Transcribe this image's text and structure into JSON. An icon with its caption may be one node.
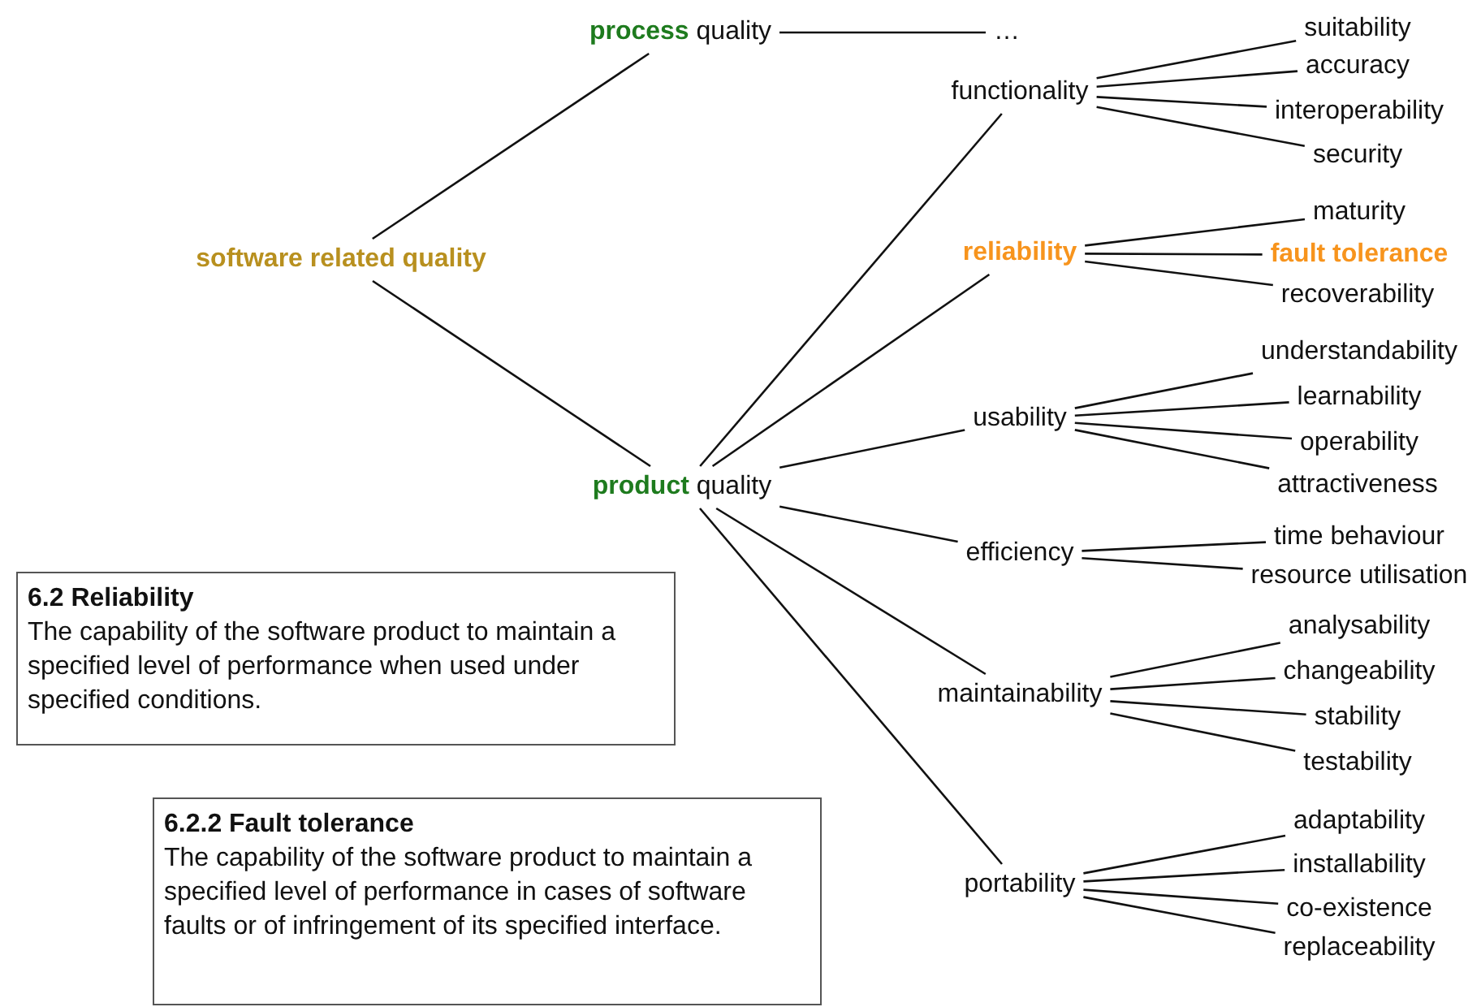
{
  "diagram": {
    "nodes": [
      {
        "text": [
          "**process** quality"
        ]
      },
      {
        "text": [
          "…"
        ]
      },
      {
        "text": [
          "software related quality"
        ]
      },
      {
        "text": [
          "**product** quality"
        ]
      },
      {
        "text": [
          "functionality"
        ]
      },
      {
        "text": [
          "suitability"
        ]
      },
      {
        "text": [
          "accuracy"
        ]
      },
      {
        "text": [
          "interoperability"
        ]
      },
      {
        "text": [
          "security"
        ]
      },
      {
        "text": [
          "reliability"
        ]
      },
      {
        "text": [
          "maturity"
        ]
      },
      {
        "text": [
          "fault tolerance"
        ]
      },
      {
        "text": [
          "recoverability"
        ]
      },
      {
        "text": [
          "usability"
        ]
      },
      {
        "text": [
          "understandability"
        ]
      },
      {
        "text": [
          "learnability"
        ]
      },
      {
        "text": [
          "operability"
        ]
      },
      {
        "text": [
          "attractiveness"
        ]
      },
      {
        "text": [
          "efficiency"
        ]
      },
      {
        "text": [
          "time behaviour"
        ]
      },
      {
        "text": [
          "resource utilisation"
        ]
      },
      {
        "text": [
          "maintainability"
        ]
      },
      {
        "text": [
          "analysability"
        ]
      },
      {
        "text": [
          "changeability"
        ]
      },
      {
        "text": [
          "stability"
        ]
      },
      {
        "text": [
          "testability"
        ]
      },
      {
        "text": [
          "portability"
        ]
      },
      {
        "text": [
          "adaptability"
        ]
      },
      {
        "text": [
          "installability"
        ]
      },
      {
        "text": [
          "co-existence"
        ]
      },
      {
        "text": [
          "replaceability"
        ]
      },
      {
        "text": [
          "6.2 Reliability",
          "The capability of the software product to maintain a specified level of performance when used under specified conditions."
        ]
      },
      {
        "text": [
          "6.2.2 Fault tolerance",
          "The capability of the software product to maintain a specified level of performance in cases of software faults or of infringement of its specified interface."
        ]
      }
    ],
    "edges": [
      {
        "from": 2,
        "to": 0,
        "arrow": "none"
      },
      {
        "from": 2,
        "to": 3,
        "arrow": "none"
      },
      {
        "from": 0,
        "to": 1,
        "arrow": "none"
      },
      {
        "from": 3,
        "to": 4,
        "arrow": "none"
      },
      {
        "from": 3,
        "to": 9,
        "arrow": "none"
      },
      {
        "from": 3,
        "to": 13,
        "arrow": "none"
      },
      {
        "from": 3,
        "to": 18,
        "arrow": "none"
      },
      {
        "from": 3,
        "to": 21,
        "arrow": "none"
      },
      {
        "from": 3,
        "to": 26,
        "arrow": "none"
      },
      {
        "from": 4,
        "to": 5,
        "arrow": "none"
      },
      {
        "from": 4,
        "to": 6,
        "arrow": "none"
      },
      {
        "from": 4,
        "to": 7,
        "arrow": "none"
      },
      {
        "from": 4,
        "to": 8,
        "arrow": "none"
      },
      {
        "from": 9,
        "to": 10,
        "arrow": "none"
      },
      {
        "from": 9,
        "to": 11,
        "arrow": "none"
      },
      {
        "from": 9,
        "to": 12,
        "arrow": "none"
      },
      {
        "from": 13,
        "to": 14,
        "arrow": "none"
      },
      {
        "from": 13,
        "to": 15,
        "arrow": "none"
      },
      {
        "from": 13,
        "to": 16,
        "arrow": "none"
      },
      {
        "from": 13,
        "to": 17,
        "arrow": "none"
      },
      {
        "from": 18,
        "to": 19,
        "arrow": "none"
      },
      {
        "from": 18,
        "to": 20,
        "arrow": "none"
      },
      {
        "from": 21,
        "to": 22,
        "arrow": "none"
      },
      {
        "from": 21,
        "to": 23,
        "arrow": "none"
      },
      {
        "from": 21,
        "to": 24,
        "arrow": "none"
      },
      {
        "from": 21,
        "to": 25,
        "arrow": "none"
      },
      {
        "from": 26,
        "to": 27,
        "arrow": "none"
      },
      {
        "from": 26,
        "to": 28,
        "arrow": "none"
      },
      {
        "from": 26,
        "to": 29,
        "arrow": "none"
      },
      {
        "from": 26,
        "to": 30,
        "arrow": "none"
      }
    ]
  }
}
